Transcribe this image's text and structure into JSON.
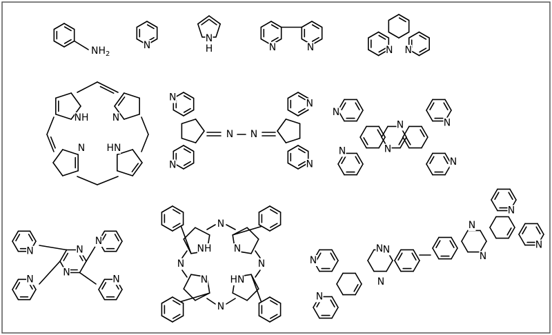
{
  "figure": {
    "atom_labels": {
      "N": "N",
      "NH": "NH",
      "HN": "HN",
      "H": "H",
      "NH2": "NH",
      "subscript_2": "2"
    },
    "colors": {
      "stroke": "#000000",
      "frame": "#555555",
      "background": "#ffffff"
    },
    "molecules": [
      "aniline",
      "pyridine",
      "pyrrole",
      "2,2'-bipyridine",
      "1,10-phenanthroline",
      "porphyrin",
      "bis(diazafluorenylidene)hydrazine",
      "tetraazadibenzophenazine",
      "tetra(2-pyridyl)pyrazine",
      "phthalocyanine",
      "bis(dipyridophenazine)"
    ]
  }
}
